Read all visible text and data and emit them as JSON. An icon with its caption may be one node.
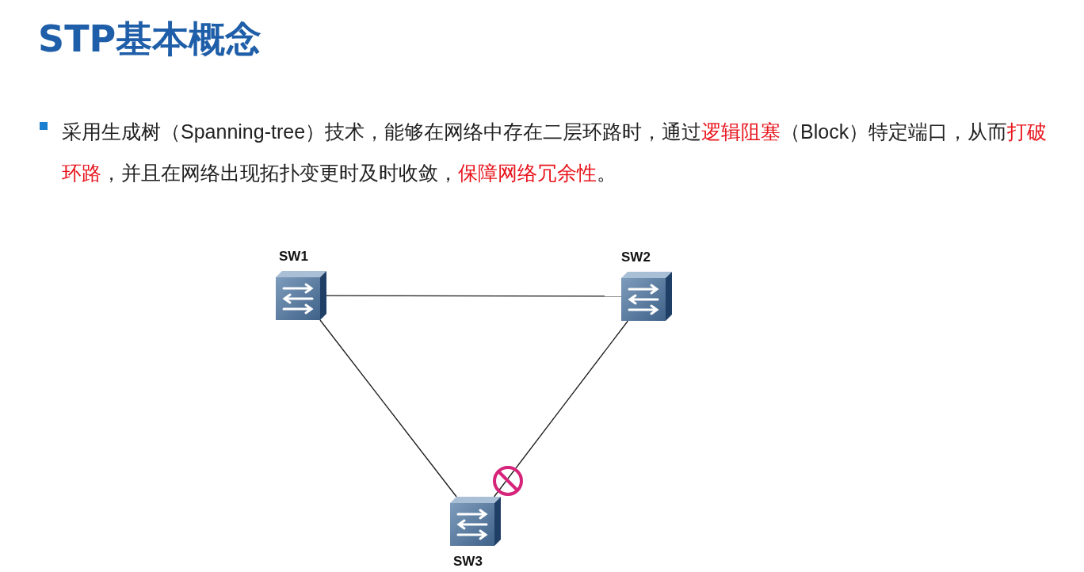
{
  "diagram": {
    "title": "STP基本概念",
    "nodes": [
      {
        "text": [
          "SW1"
        ]
      },
      {
        "text": [
          "SW2"
        ]
      },
      {
        "text": [
          "SW3"
        ]
      }
    ],
    "edges": [
      {
        "from": 0,
        "to": 1,
        "arrow": "none"
      },
      {
        "from": 0,
        "to": 2,
        "arrow": "none"
      },
      {
        "from": 1,
        "to": 2,
        "arrow": "none"
      }
    ],
    "labels": [
      "采用生成树（Spanning-tree）技术，能够在网络中存在二层环路时，通过**逻辑阻塞**（Block）特定端口，从而**打破环路**，并且在网络出现拓扑变更时及时收敛，**保障网络冗余性**。"
    ]
  }
}
